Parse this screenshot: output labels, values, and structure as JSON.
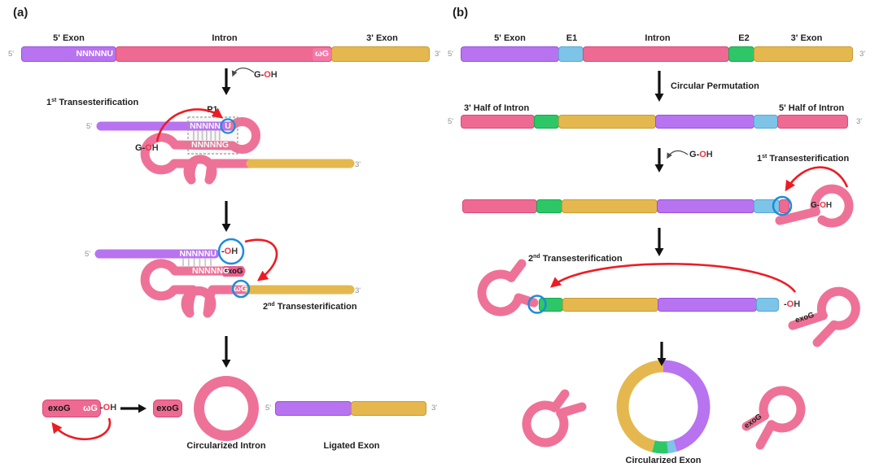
{
  "palette": {
    "purple": "#b873f0",
    "pink": "#ee6a92",
    "strand_pink": "#ee7298",
    "yellow": "#e5b84f",
    "green": "#2ec768",
    "light_blue": "#7dc4e8",
    "circle_blue": "#1e8bdb",
    "arrow_red": "#ed1c24",
    "oh_red": "#ef3340",
    "gray_prime": "#8f8f8f",
    "black": "#1f1f1f"
  },
  "txt": {
    "panel_a": "(a)",
    "panel_b": "(b)",
    "five": "5'",
    "three": "3'",
    "exon5": "5' Exon",
    "intron": "Intron",
    "exon3": "3' Exon",
    "e1": "E1",
    "e2": "E2",
    "nnnnnu": "NNNNNU",
    "nnnnn": "NNNNN",
    "u": "U",
    "nnnnng": "NNNNNG",
    "omega_g": "ωG",
    "exog": "exoG",
    "p1": "P1",
    "g": "G",
    "dash": "-",
    "o": "O",
    "h": "H",
    "n1": "1",
    "sup1": "st",
    "n2": "2",
    "sup2": "nd",
    "trans": "Transesterification",
    "circular_permutation": "Circular Permutation",
    "half3": "3' Half of Intron",
    "half5": "5' Half of Intron",
    "circ_intron": "Circularized Intron",
    "ligated_exon": "Ligated Exon",
    "circ_exon": "Circularized Exon"
  }
}
